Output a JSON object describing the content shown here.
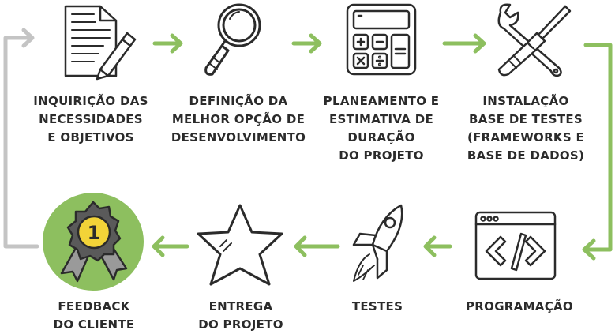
{
  "steps": [
    {
      "id": "s1",
      "label": "INQUIRIÇÃO DAS\nNECESSIDADES\nE OBJETIVOS",
      "icon": "document-pencil-icon"
    },
    {
      "id": "s2",
      "label": "DEFINIÇÃO DA\nMELHOR OPÇÃO DE\nDESENVOLVIMENTO",
      "icon": "magnifier-icon"
    },
    {
      "id": "s3",
      "label": "PLANEAMENTO E\nESTIMATIVA DE\nDURAÇÃO\nDO PROJETO",
      "icon": "calculator-icon"
    },
    {
      "id": "s4",
      "label": "INSTALAÇÃO\nBASE DE TESTES\n(FRAMEWORKS E\nBASE DE DADOS)",
      "icon": "tools-icon"
    },
    {
      "id": "s5",
      "label": "PROGRAMAÇÃO",
      "icon": "code-window-icon"
    },
    {
      "id": "s6",
      "label": "TESTES",
      "icon": "rocket-icon"
    },
    {
      "id": "s7",
      "label": "ENTREGA\nDO PROJETO",
      "icon": "star-icon"
    },
    {
      "id": "s8",
      "label": "FEEDBACK\nDO CLIENTE",
      "icon": "award-ribbon-icon"
    }
  ],
  "award_number": "1",
  "colors": {
    "arrow": "#8dbf5f",
    "loop": "#c4c4c4",
    "ink": "#2b2b2b",
    "badge_bg": "#8dbf5f",
    "ribbon_gold": "#f2d338"
  }
}
